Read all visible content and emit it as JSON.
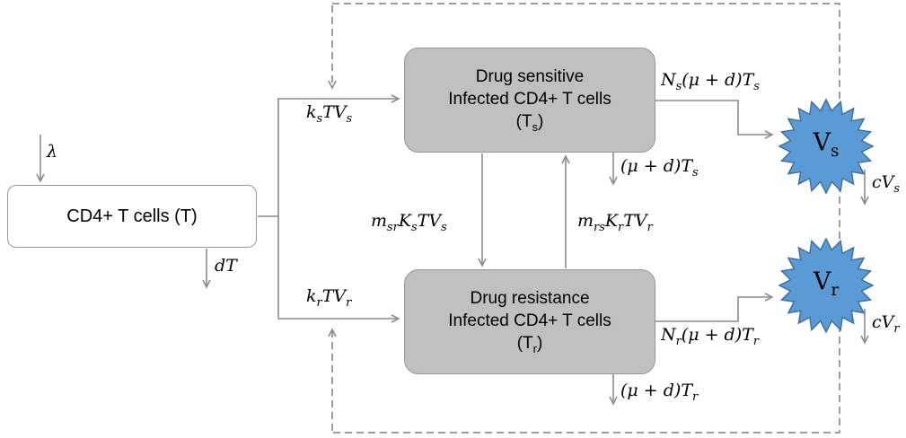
{
  "colors": {
    "arrow": "#8c8c8c",
    "dashed": "#7f7f7f",
    "box-fill": "#c0c0c0",
    "box-border": "#999999",
    "virus-fill": "#5b9bd5",
    "virus-stroke": "#41719c",
    "text": "#000000"
  },
  "nodes": {
    "t_cells": {
      "label": "CD4+ T cells (T)"
    },
    "drug_sensitive": {
      "line1": "Drug sensitive",
      "line2": "Infected CD4+ T cells",
      "line3": "(T~s~)"
    },
    "drug_resistant": {
      "line1": "Drug resistance",
      "line2": "Infected CD4+ T cells",
      "line3": "(T~r~)"
    },
    "virus_s": {
      "label": "V~s~"
    },
    "virus_r": {
      "label": "V~r~"
    }
  },
  "flows": {
    "lambda_in": "λ",
    "t_death": "dT",
    "infection_s": "k~s~TV~s~",
    "infection_r": "k~r~TV~r~",
    "mutation_s_to_r": "m~sr~K~s~TV~s~",
    "mutation_r_to_s": "m~rs~K~r~TV~r~",
    "virus_s_production": "N~s~(μ + d)T~s~",
    "ts_death": "(μ + d)T~s~",
    "virus_r_production": "N~r~(μ + d)T~r~",
    "tr_death": "(μ + d)T~r~",
    "virus_s_clearance": "cV~s~",
    "virus_r_clearance": "cV~r~"
  }
}
